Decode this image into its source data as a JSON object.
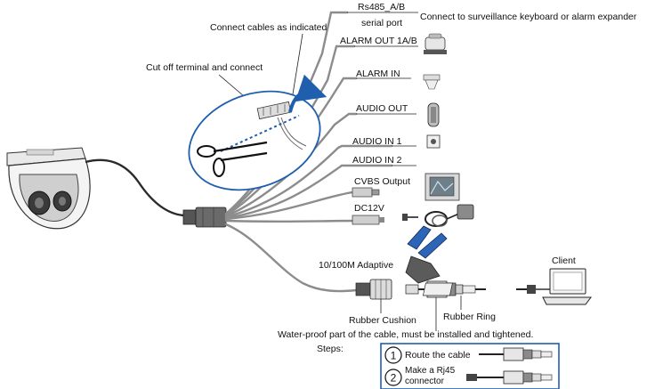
{
  "labels": {
    "rs485": "Rs485_A/B",
    "serial_port": "serial port",
    "keyboard": "Connect to surveillance keyboard or alarm expander",
    "connect_cables": "Connect cables as indicated",
    "alarm_out": "ALARM OUT 1A/B",
    "cut_off": "Cut off terminal and connect",
    "alarm_in": "ALARM IN",
    "audio_out": "AUDIO OUT",
    "audio_in_1": "AUDIO IN 1",
    "audio_in_2": "AUDIO IN 2",
    "cvbs": "CVBS Output",
    "dc12v": "DC12V",
    "client": "Client",
    "network": "10/100M Adaptive",
    "rubber_cushion": "Rubber Cushion",
    "rubber_ring": "Rubber Ring",
    "waterproof": "Water-proof part of the cable, must be installed and tightened.",
    "steps": "Steps:"
  },
  "steps": [
    {
      "number": "1",
      "line1": "Route the cable",
      "line2": ""
    },
    {
      "number": "2",
      "line1": "Make a Rj45",
      "line2": "connector"
    }
  ],
  "colors": {
    "accent_blue": "#1f5fae",
    "wire_gray": "#8c8c8c",
    "crimper_blue": "#2c64b8"
  }
}
